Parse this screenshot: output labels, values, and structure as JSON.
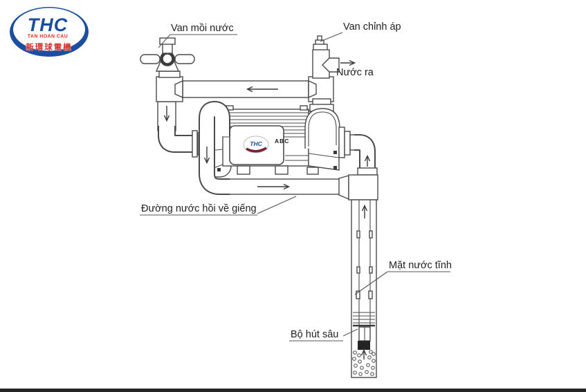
{
  "logo": {
    "brand": "THC",
    "company": "TAN HOAN CAU",
    "cn_tagline": "新環球電機"
  },
  "labels": {
    "priming_valve": "Van mồi nước",
    "pressure_valve": "Van chỉnh áp",
    "water_out": "Nước ra",
    "return_line": "Đường nước hồi về giếng",
    "static_water_level": "Mặt nước tĩnh",
    "deep_suction_kit": "Bộ hút sâu"
  },
  "pump": {
    "brand": "THC",
    "model": "ABC"
  },
  "colors": {
    "line": "#4a4a4a",
    "logo_blue": "#1c4ea0",
    "logo_red": "#d43028",
    "text": "#1f1f1f"
  }
}
